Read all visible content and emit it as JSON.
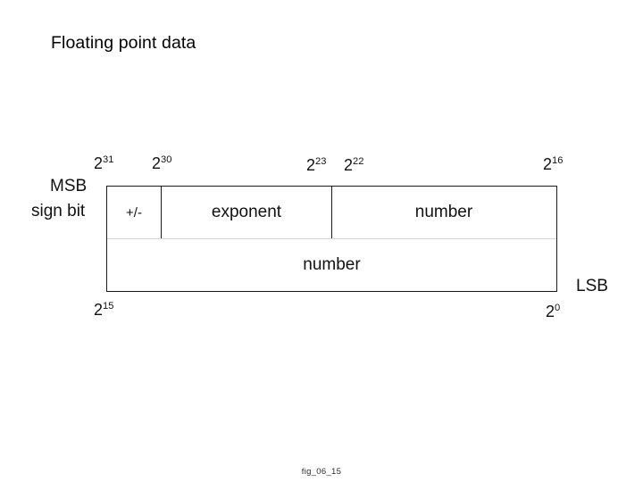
{
  "slide": {
    "title": "Floating point data",
    "caption": "fig_06_15"
  },
  "diagram": {
    "side_labels": {
      "msb": "MSB",
      "sign_bit": "sign bit",
      "lsb": "LSB"
    },
    "bit_ticks": {
      "top": [
        {
          "base": "2",
          "exponent": "31"
        },
        {
          "base": "2",
          "exponent": "30"
        },
        {
          "base": "2",
          "exponent": "23"
        },
        {
          "base": "2",
          "exponent": "22"
        },
        {
          "base": "2",
          "exponent": "16"
        }
      ],
      "bottom": [
        {
          "base": "2",
          "exponent": "15"
        },
        {
          "base": "2",
          "exponent": "0"
        }
      ]
    },
    "rows": [
      {
        "name": "upper-word",
        "cells": [
          {
            "label": "+/-"
          },
          {
            "label": "exponent"
          },
          {
            "label": "number"
          }
        ]
      },
      {
        "name": "lower-word",
        "cells": [
          {
            "label": "number"
          }
        ]
      }
    ]
  }
}
